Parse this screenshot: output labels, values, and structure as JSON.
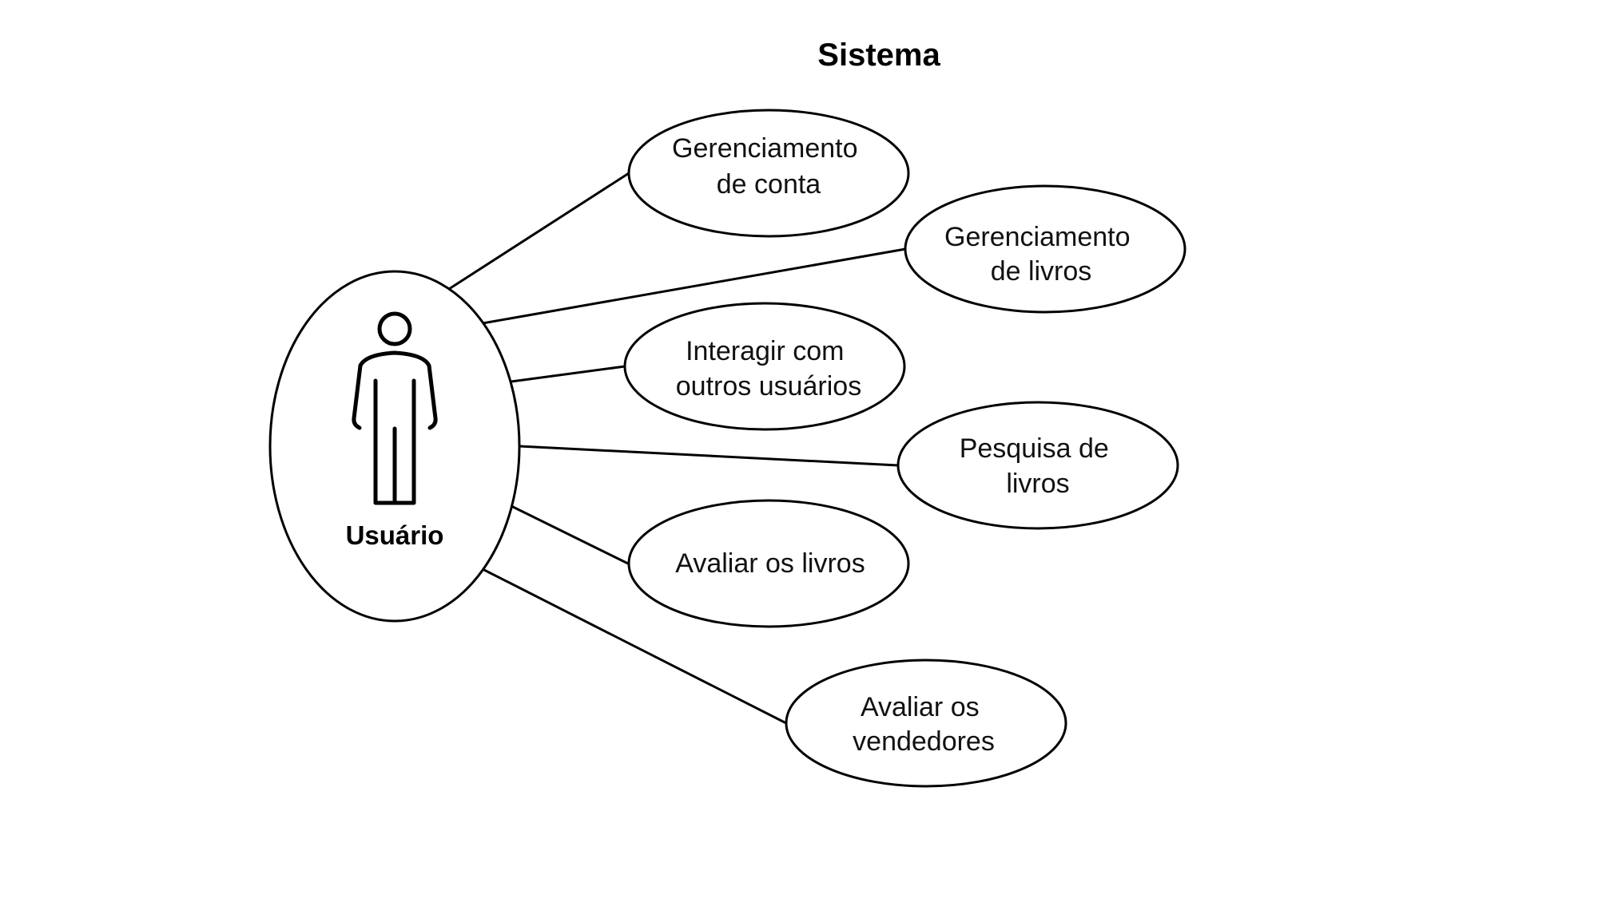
{
  "title": "Sistema",
  "actor": {
    "label": "Usuário",
    "icon": "person-icon"
  },
  "use_cases": [
    {
      "id": "gerenciamento-de-conta",
      "lines": [
        "Gerenciamento",
        "de conta"
      ]
    },
    {
      "id": "gerenciamento-de-livros",
      "lines": [
        "Gerenciamento",
        "de livros"
      ]
    },
    {
      "id": "interagir-com-outros-usuarios",
      "lines": [
        "Interagir com",
        "outros usuários"
      ]
    },
    {
      "id": "pesquisa-de-livros",
      "lines": [
        "Pesquisa de",
        "livros"
      ]
    },
    {
      "id": "avaliar-os-livros",
      "lines": [
        "Avaliar os livros"
      ]
    },
    {
      "id": "avaliar-os-vendedores",
      "lines": [
        "Avaliar os",
        "vendedores"
      ]
    }
  ],
  "colors": {
    "stroke": "#000000",
    "background": "#ffffff"
  }
}
